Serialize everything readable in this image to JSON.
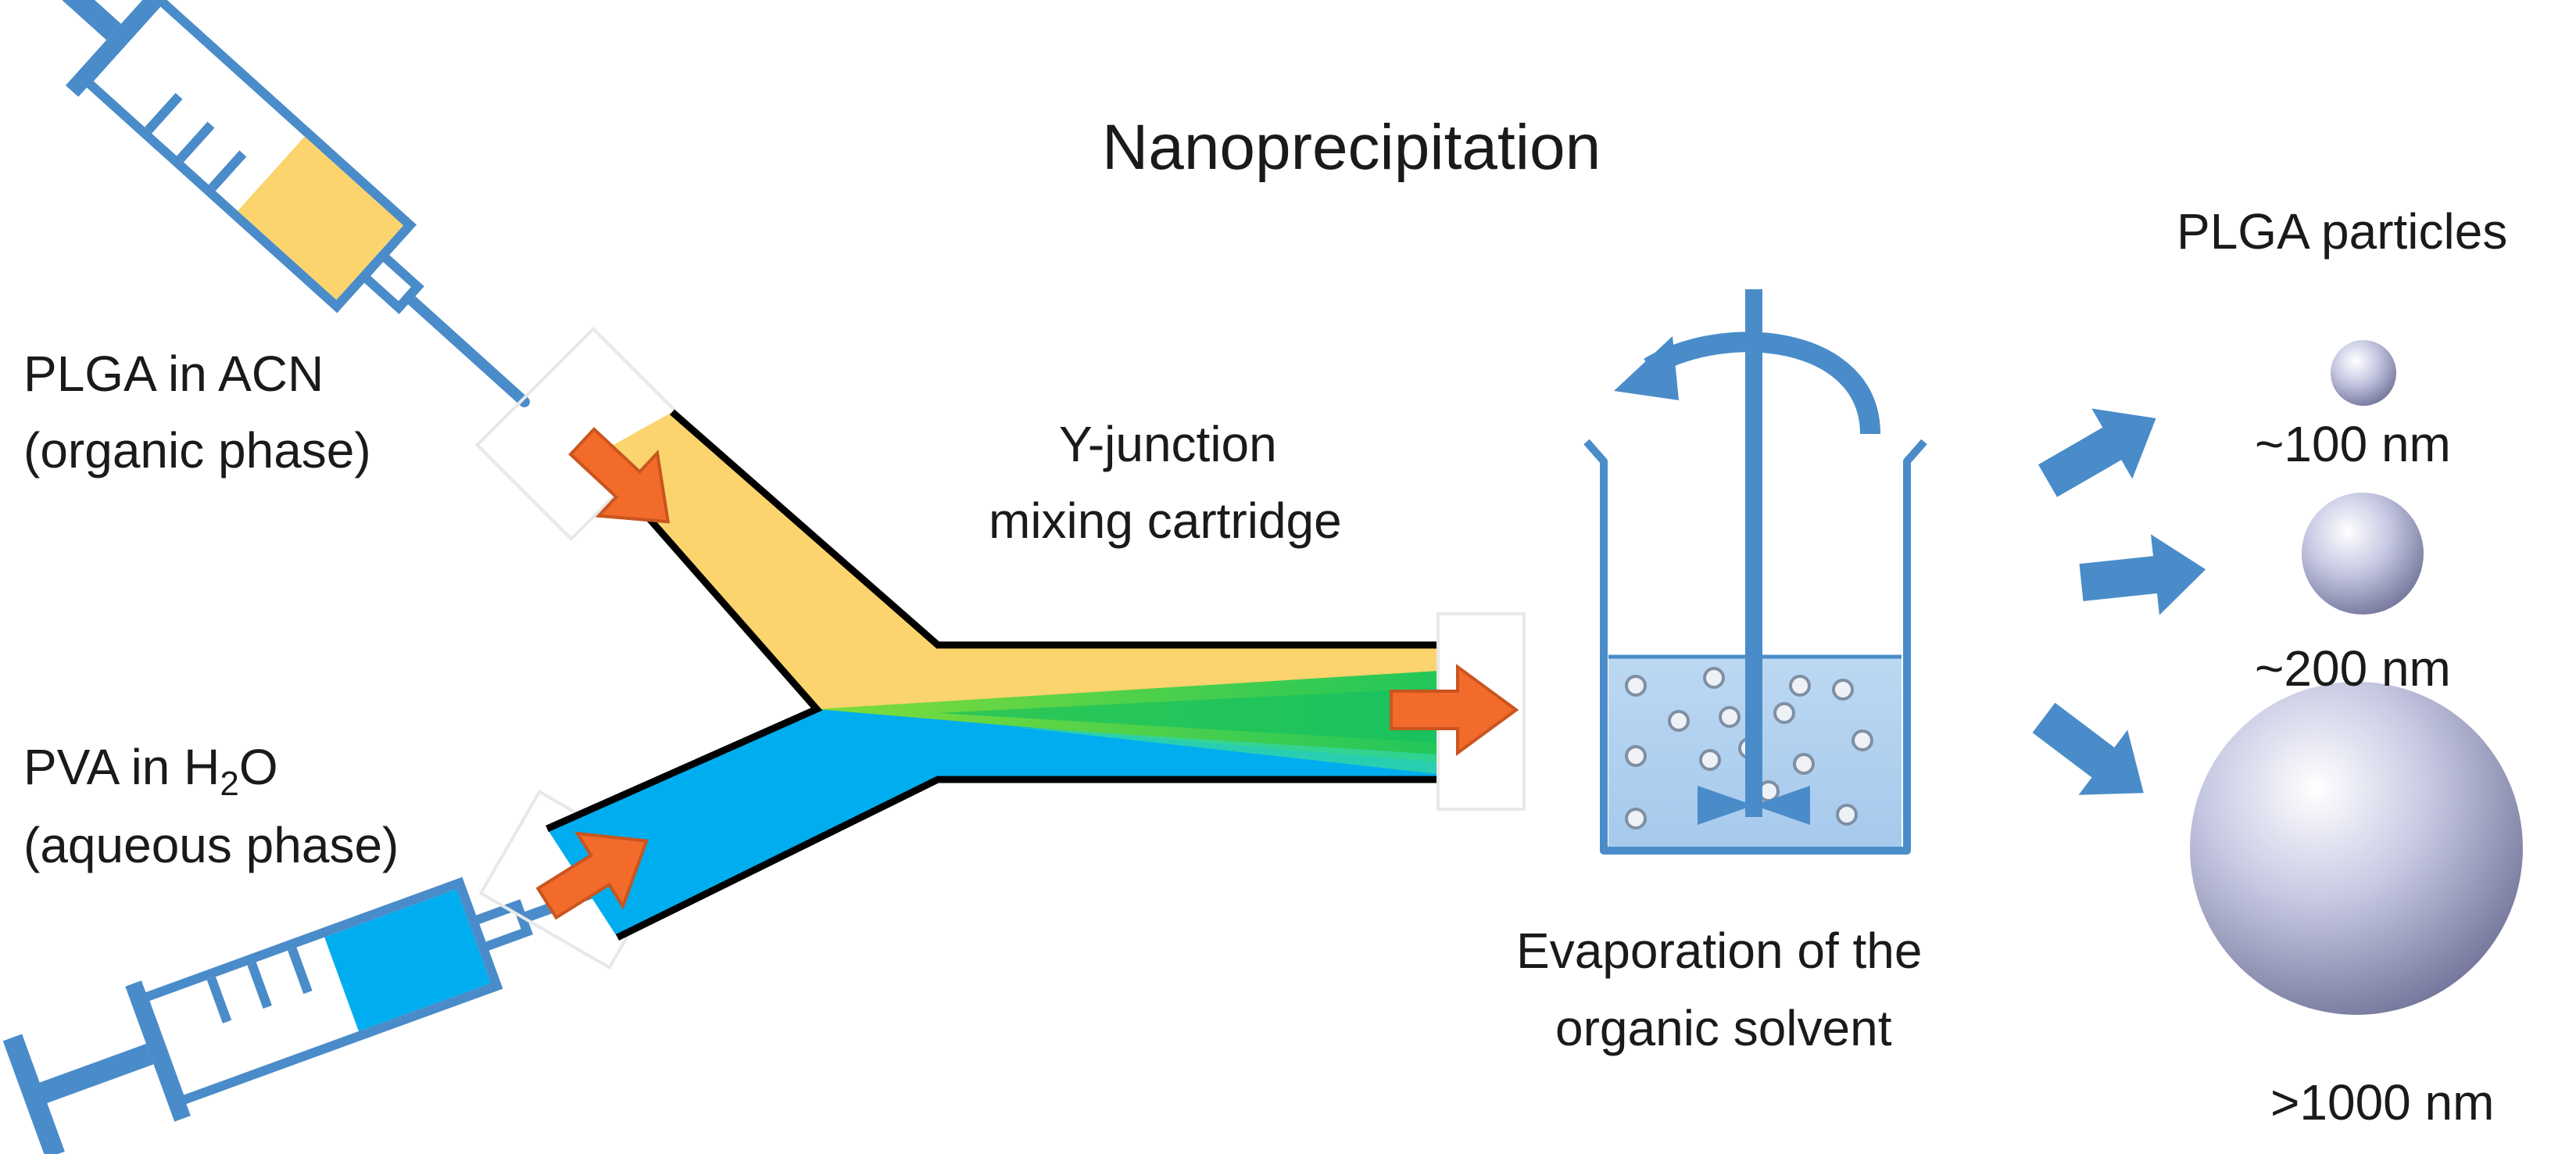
{
  "title": "Nanoprecipitation",
  "organic": {
    "line1": "PLGA in ACN",
    "line2": "(organic phase)"
  },
  "aqueous": {
    "line1_prefix": "PVA in H",
    "line1_sub": "2",
    "line1_suffix": "O",
    "line2": "(aqueous phase)"
  },
  "cartridge": {
    "line1": "Y-junction",
    "line2": "mixing cartridge"
  },
  "evaporation": {
    "line1": "Evaporation of the",
    "line2": "organic solvent"
  },
  "particles": {
    "heading": "PLGA particles",
    "sizes": [
      "~100 nm",
      "~200 nm",
      ">1000 nm"
    ]
  },
  "colors": {
    "organic_phase": "#fbd46d",
    "aqueous_phase": "#00aeef",
    "mixing_green": "#2ecc71",
    "flow_arrow": "#f26b2b",
    "equipment_blue": "#4a8cc9",
    "particle": "#b9bdd6"
  }
}
